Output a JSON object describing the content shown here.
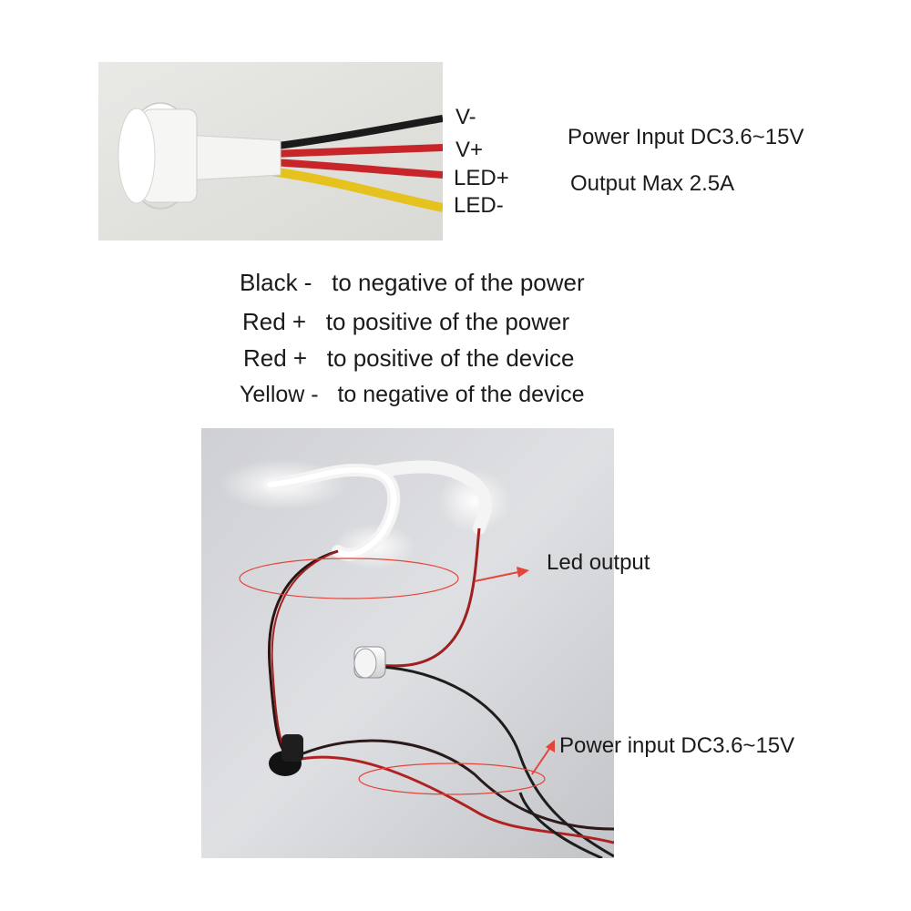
{
  "wire_labels": {
    "v_minus": "V-",
    "v_plus": "V+",
    "led_plus": "LED+",
    "led_minus": "LED-"
  },
  "specs": {
    "power_input": "Power Input DC3.6~15V",
    "output_max": "Output Max 2.5A"
  },
  "wiring_legend": [
    {
      "color_label": "Black -",
      "description": "to negative of the power"
    },
    {
      "color_label": "Red +",
      "description": "to positive of the power"
    },
    {
      "color_label": "Red +",
      "description": "to positive of the device"
    },
    {
      "color_label": "Yellow -",
      "description": "to negative of the device"
    }
  ],
  "callouts": {
    "led_output": "Led output",
    "power_input": "Power input DC3.6~15V"
  },
  "colors": {
    "wire_black": "#1b1b1b",
    "wire_red": "#c8252a",
    "wire_yellow": "#e6c21e",
    "annotation_red": "#e4453a"
  }
}
